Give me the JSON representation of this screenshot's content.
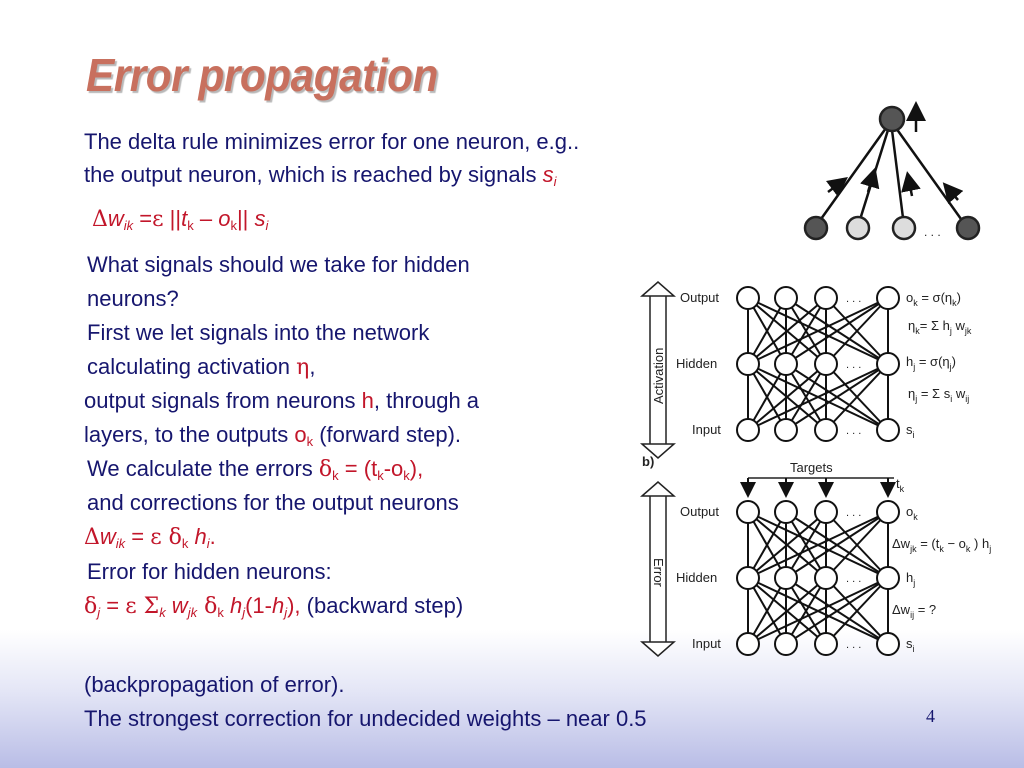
{
  "title": "Error propagation",
  "intro": {
    "line1": "The delta rule minimizes error for one neuron, e.g..",
    "line2": "the output neuron, which is reached by signals ",
    "line2_var": "s",
    "line2_sub": "i"
  },
  "formula1": {
    "d": "Δ",
    "w": "w",
    "wsub": "ik",
    "eq": " =",
    "eps": "ε",
    "p1": " ||",
    "t": "t",
    "tsub": "k",
    "minus": " – ",
    "o": "o",
    "osub": "k",
    "p2": "|| ",
    "s": "s",
    "ssub": "i"
  },
  "body": {
    "l1": "What signals should we take for hidden",
    "l2": "neurons?",
    "l3": "First we let signals into the network",
    "l4a": "calculating activation ",
    "l4eta": "η",
    "l4b": ",",
    "l5a": "output signals from neurons ",
    "l5h": "h",
    "l5b": ", through a",
    "l6a": "layers, to the outputs ",
    "l6o": "o",
    "l6osub": "k",
    "l6b": " (forward step).",
    "l7a": "We calculate the errors ",
    "l7d": "δ",
    "l7dsub": "k",
    "l7eq": " = (t",
    "l7tsub": "k",
    "l7mid": "-o",
    "l7osub": "k",
    "l7end": "),",
    "l8": "and corrections for the output neurons",
    "l9d": "Δ",
    "l9w": "w",
    "l9wsub": "ik",
    "l9eq": " = ",
    "l9eps": "ε",
    "l9delta": " δ",
    "l9dsub": "k",
    "l9h": " h",
    "l9hsub": "i",
    "l9end": ".",
    "l10": "Error for hidden neurons:",
    "l11delta": "δ",
    "l11dsub": "j",
    "l11eq": " = ",
    "l11eps": "ε",
    "l11sigma": " Σ",
    "l11ssub": "k",
    "l11w": " w",
    "l11wsub": "jk",
    "l11delta2": " δ",
    "l11d2sub": "k",
    "l11h": " h",
    "l11hsub": "j",
    "l11p": "(1-",
    "l11h2": "h",
    "l11h2sub": "j",
    "l11close": "),",
    "l11end": " (backward step)"
  },
  "footer": {
    "l1": "(backpropagation of error).",
    "l2": "The strongest correction for undecided weights – near 0.5"
  },
  "page_number": "4",
  "diagram_single": {
    "ellipsis": ". . ."
  },
  "diagram_a": {
    "side_label": "Activation",
    "rows": [
      "Output",
      "Hidden",
      "Input"
    ],
    "ellipsis": ". . .",
    "eq_ok": "o",
    "eq_ok_sub": "k",
    "eq_ok_rhs": " = σ(η",
    "eq_ok_rhs_sub": "k",
    "eq_ok_close": ")",
    "eq_eta_k": "η",
    "eq_eta_k_sub": "k",
    "eq_eta_k_rhs": "= Σ h",
    "eq_eta_k_h_sub": "j",
    "eq_eta_k_w": " w",
    "eq_eta_k_w_sub": "jk",
    "eq_hj": "h",
    "eq_hj_sub": "j",
    "eq_hj_rhs": " = σ(η",
    "eq_hj_rhs_sub": "j",
    "eq_hj_close": ")",
    "eq_eta_j": "η",
    "eq_eta_j_sub": "j",
    "eq_eta_j_rhs": " = Σ s",
    "eq_eta_j_s_sub": "i",
    "eq_eta_j_w": " w",
    "eq_eta_j_w_sub": "ij",
    "eq_si": "s",
    "eq_si_sub": "i"
  },
  "diagram_b": {
    "panel_label": "b)",
    "targets_label": "Targets",
    "side_label": "Error",
    "rows": [
      "Output",
      "Hidden",
      "Input"
    ],
    "ellipsis": ". . .",
    "tk": "t",
    "tk_sub": "k",
    "ok": "o",
    "ok_sub": "k",
    "dw_jk": "Δw",
    "dw_jk_sub": "jk",
    "dw_jk_rhs": " = (t",
    "dw_jk_t_sub": "k",
    "dw_jk_mid": " − o",
    "dw_jk_o_sub": "k",
    "dw_jk_end": " ) h",
    "dw_jk_h_sub": "j",
    "hj": "h",
    "hj_sub": "j",
    "dw_ij": "Δw",
    "dw_ij_sub": "ij",
    "dw_ij_rhs": " =  ?",
    "si": "s",
    "si_sub": "i"
  }
}
